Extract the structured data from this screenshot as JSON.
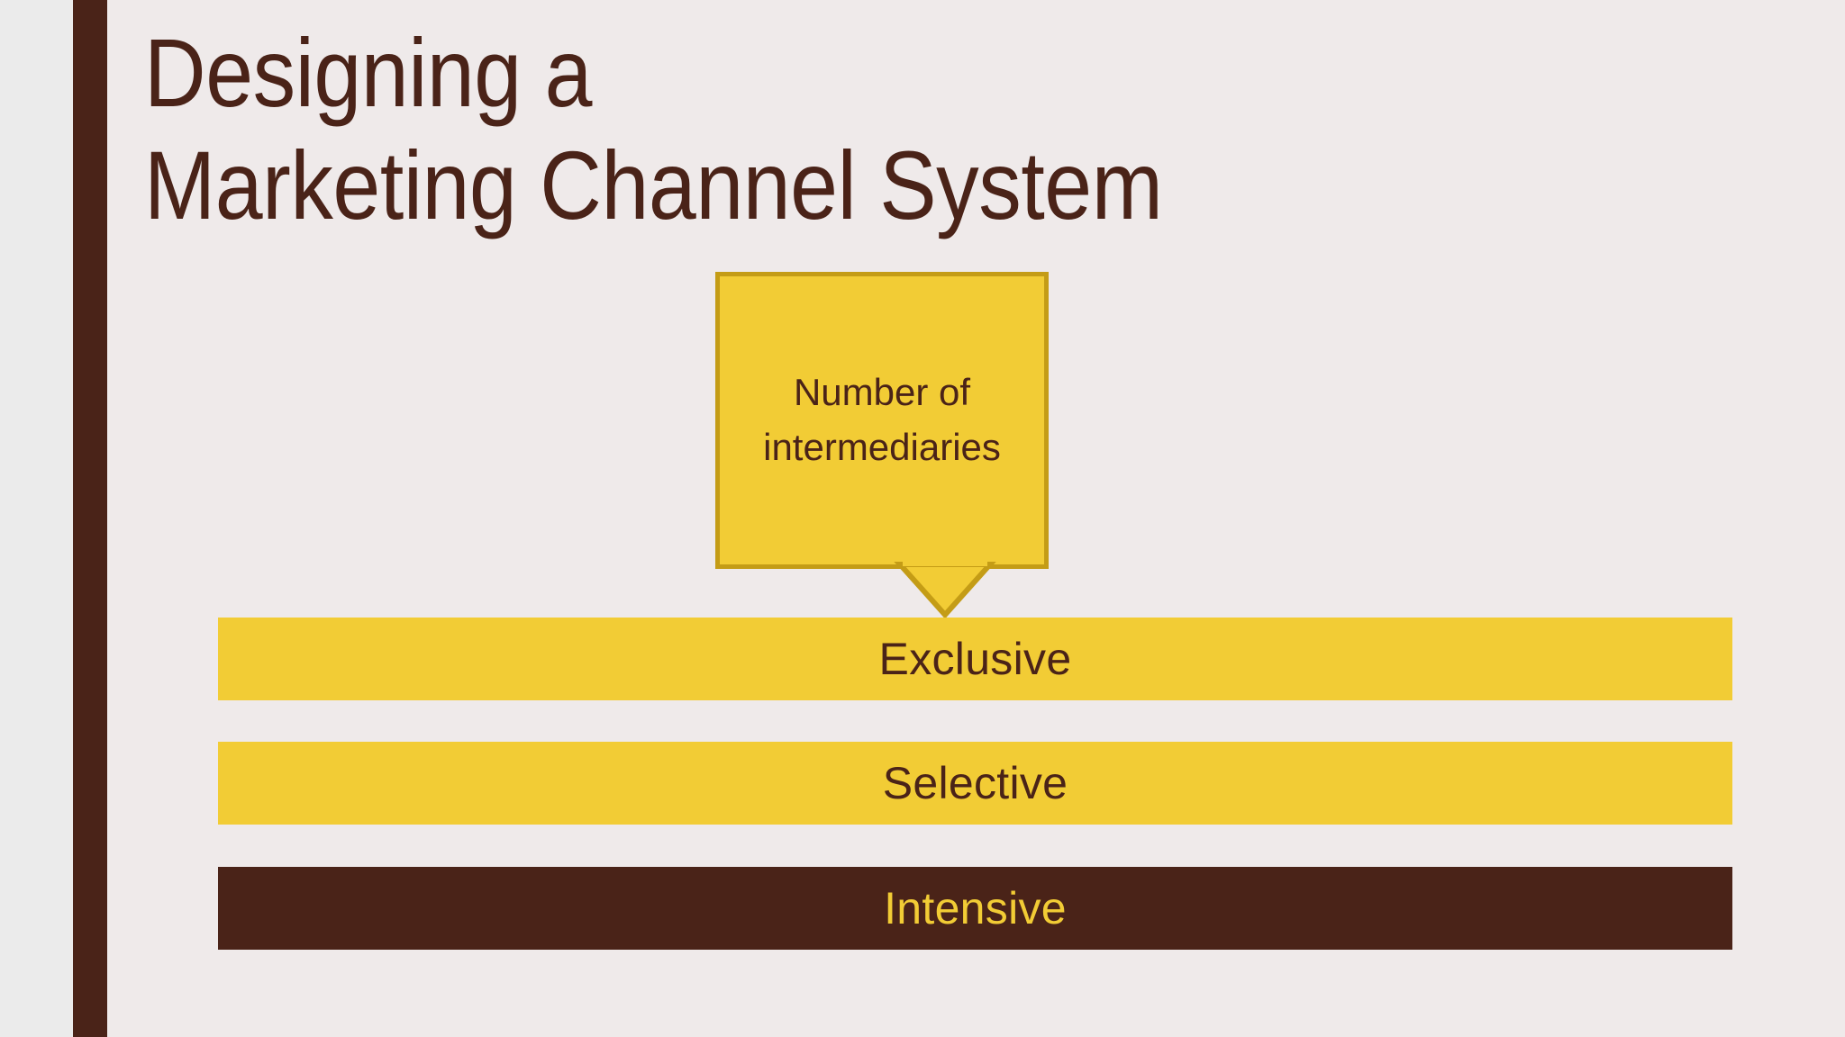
{
  "slide": {
    "title": {
      "line1": "Designing a",
      "line2": "Marketing Channel System"
    },
    "callout": {
      "line1": "Number of",
      "line2": "intermediaries"
    },
    "bars": [
      {
        "label": "Exclusive"
      },
      {
        "label": "Selective"
      },
      {
        "label": "Intensive"
      }
    ]
  },
  "colors": {
    "brand_brown": "#4a2318",
    "brand_yellow": "#f2cc35",
    "callout_border": "#c49c16",
    "canvas_bg": "#efeaea",
    "gutter_bg": "#ebebeb"
  }
}
